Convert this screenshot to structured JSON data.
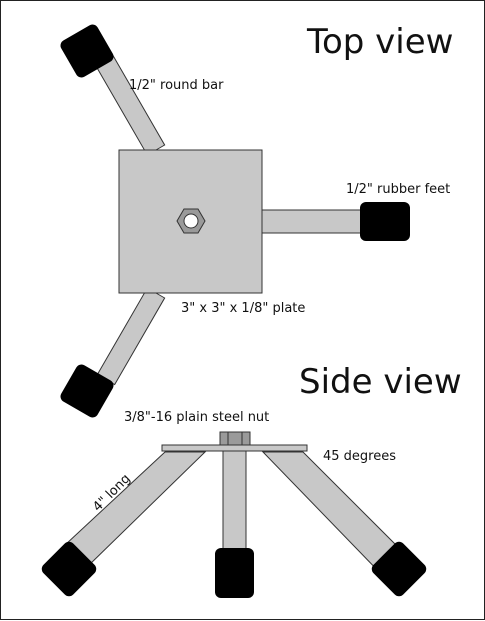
{
  "top_view": {
    "title": "Top view",
    "labels": {
      "round_bar": "1/2\" round bar",
      "rubber_feet": "1/2\" rubber feet",
      "plate": "3\" x 3\" x 1/8\" plate"
    }
  },
  "side_view": {
    "title": "Side view",
    "labels": {
      "nut": "3/8\"-16 plain steel nut",
      "angle": "45 degrees",
      "length": "4\" long"
    }
  },
  "colors": {
    "metal": "#c8c8c8",
    "foot": "#000000",
    "outline": "#333333",
    "nut": "#9a9a9a"
  }
}
